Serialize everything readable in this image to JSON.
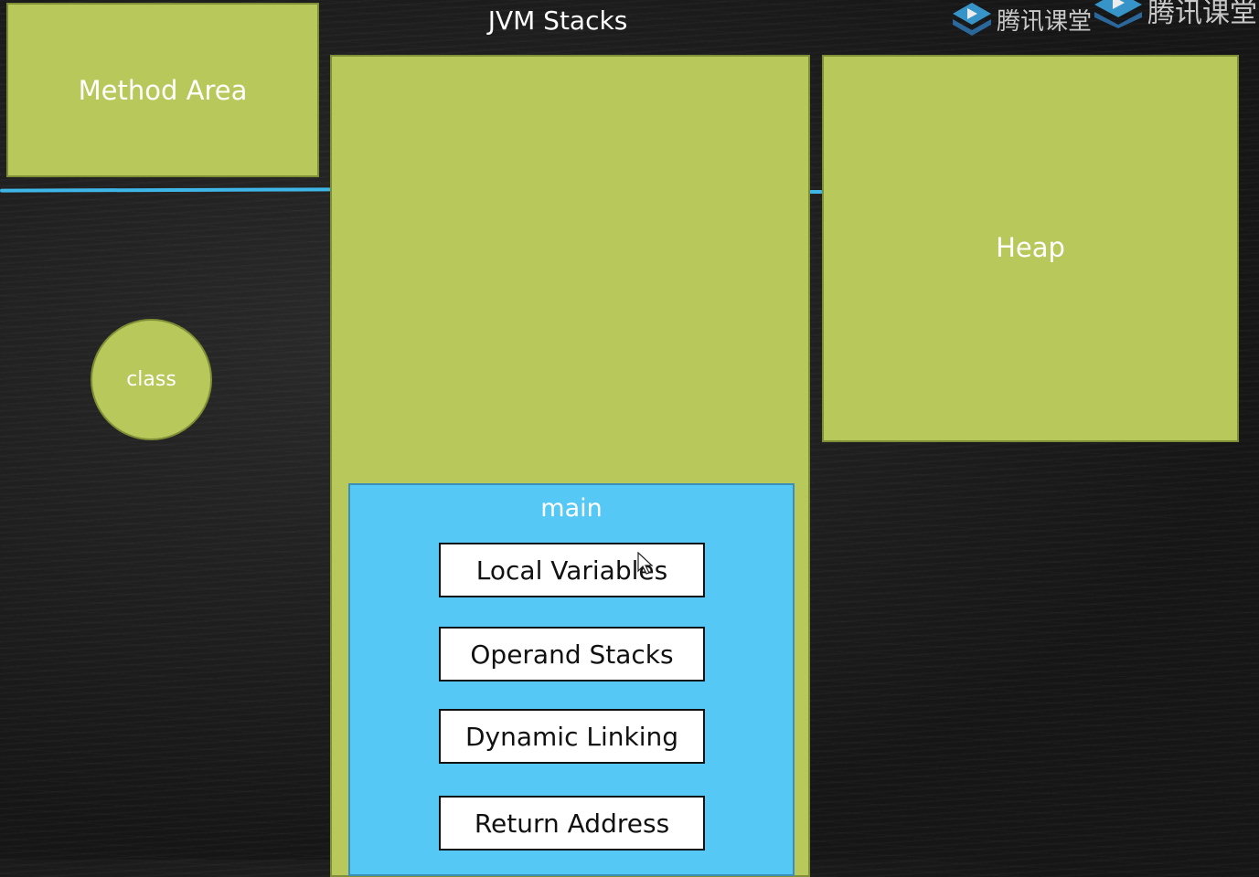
{
  "diagram": {
    "jvm_stacks_title": "JVM Stacks",
    "method_area_label": "Method Area",
    "heap_label": "Heap",
    "class_label": "class",
    "frame": {
      "title": "main",
      "slots": [
        "Local Variables",
        "Operand Stacks",
        "Dynamic Linking",
        "Return Address"
      ]
    }
  },
  "watermark": {
    "text_primary": "腾讯课堂",
    "text_secondary": "腾讯课堂"
  },
  "colors": {
    "area_green": "#b8c85a",
    "frame_blue": "#56c8f5",
    "divider_blue": "#3fb6e8",
    "background": "#1c1c1c"
  }
}
